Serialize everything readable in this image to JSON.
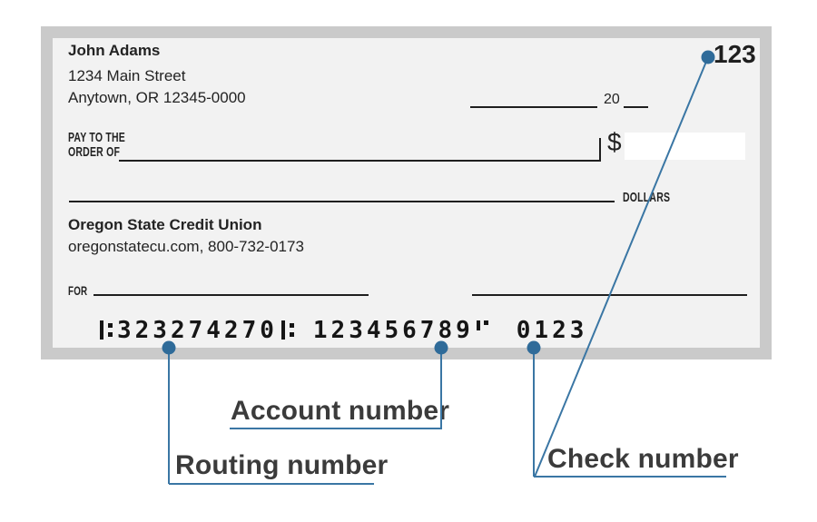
{
  "check": {
    "payer_name": "John Adams",
    "payer_address_line1": "1234 Main Street",
    "payer_address_line2": "Anytown, OR 12345-0000",
    "check_number_top_right": "123",
    "date_prefix": "20",
    "pay_to_the": "PAY TO THE",
    "order_of": "ORDER OF",
    "dollar_sign": "$",
    "dollars_label": "DOLLARS",
    "bank_name": "Oregon State Credit Union",
    "bank_contact": "oregonstatecu.com, 800-732-0173",
    "for_label": "FOR",
    "micr": {
      "routing_number": "323274270",
      "account_number": "123456789",
      "check_number": "0123",
      "transit_symbol": "⑆",
      "on_us_symbol": "⑈"
    }
  },
  "annotations": {
    "routing_label": "Routing number",
    "account_label": "Account number",
    "check_label": "Check number"
  },
  "icons": {
    "marker_dot": "filled-circle-callout-marker"
  },
  "colors": {
    "accent_blue": "#3A76A4",
    "marker_blue": "#2F6B99",
    "check_background": "#F2F2F2",
    "check_border": "#CACACA",
    "ink": "#1F1F1F",
    "label_text": "#3B3B3B"
  }
}
